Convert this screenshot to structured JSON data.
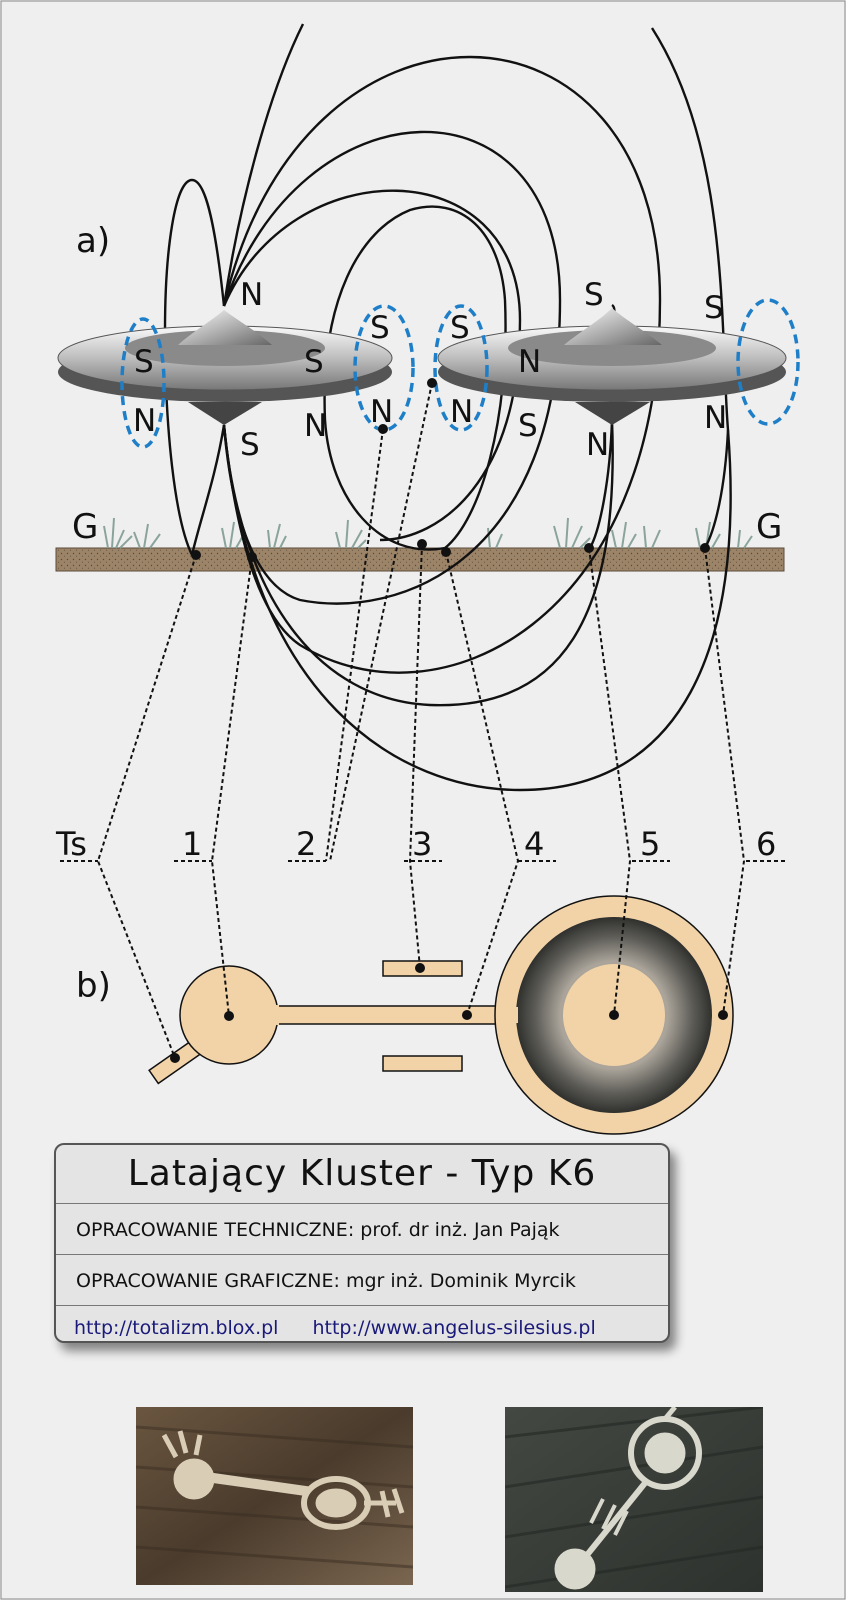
{
  "diagram": {
    "section_a": "a)",
    "section_b": "b)",
    "ground_left": "G",
    "ground_right": "G",
    "poles": {
      "v1_top": "N",
      "v1_bottom": "S",
      "v1_left_upper": "S",
      "v1_left_lower": "N",
      "v1_right_upper": "S",
      "v1_right_inner_lower": "N",
      "v1_right_outer_upper": "S",
      "v1_right_outer_lower": "N",
      "v2_top": "S",
      "v2_bottom": "N",
      "v2_left_upper": "N",
      "v2_left_outer_upper": "S",
      "v2_left_outer_lower": "N",
      "v2_left_lower": "S",
      "v2_right_upper": "S",
      "v2_right_lower": "N"
    },
    "markers": [
      "Ts",
      "1",
      "2",
      "3",
      "4",
      "5",
      "6"
    ]
  },
  "info": {
    "title": "Latający Kluster - Typ K6",
    "line1_label": "OPRACOWANIE TECHNICZNE:",
    "line1_value": "prof. dr inż. Jan Pająk",
    "line2_label": "OPRACOWANIE GRAFICZNE:",
    "line2_value": "mgr inż. Dominik Myrcik",
    "link1": "http://totalizm.blox.pl",
    "link2": "http://www.angelus-silesius.pl"
  },
  "colors": {
    "background": "#efefef",
    "crop_fill": "#f2d3a8",
    "dashed_blue": "#1e7fc8",
    "soil": "#9c8468",
    "link": "#1a1a7a"
  }
}
